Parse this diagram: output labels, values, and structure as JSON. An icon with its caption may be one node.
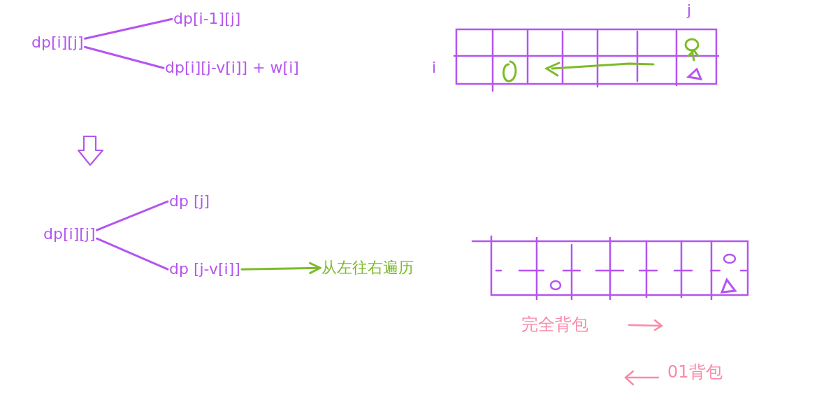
{
  "diagram": {
    "nodes": [
      {
        "text": [
          "dp[i][j]"
        ]
      },
      {
        "text": [
          "dp[i-1][j]"
        ]
      },
      {
        "text": [
          "dp[i][j-v[i]] + w[i]"
        ]
      },
      {
        "text": [
          "dp[i][j]"
        ]
      },
      {
        "text": [
          "dp [j]"
        ]
      },
      {
        "text": [
          "dp [j-v[i]]"
        ]
      },
      {
        "text": [
          "从左往右遍历"
        ]
      }
    ],
    "edges": [
      {
        "from": 0,
        "to": 1,
        "arrow": "none"
      },
      {
        "from": 0,
        "to": 2,
        "arrow": "none"
      },
      {
        "from": 3,
        "to": 4,
        "arrow": "none"
      },
      {
        "from": 3,
        "to": 5,
        "arrow": "none"
      },
      {
        "from": 5,
        "to": 6,
        "arrow": "to",
        "color": "#7cbb2a"
      }
    ],
    "labels": [
      "j",
      "i",
      "完全背包",
      "01背包"
    ]
  }
}
